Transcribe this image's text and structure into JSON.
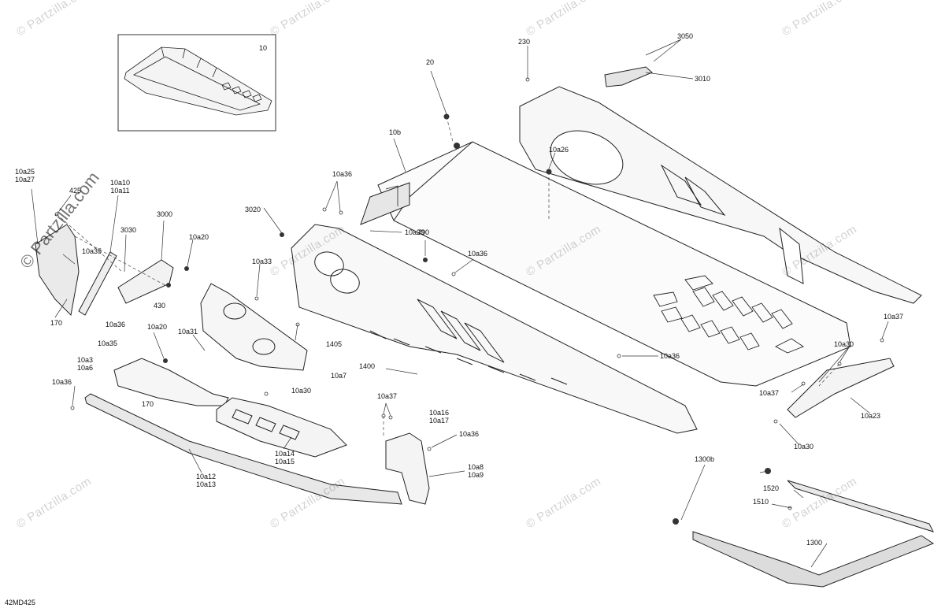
{
  "diagram": {
    "code": "42MD425",
    "inset_label": "10",
    "watermark": "© Partzilla.com",
    "watermark_large": "© Partzilla.com",
    "callouts": [
      {
        "id": "c-10a25",
        "text": "10a25\n10a27"
      },
      {
        "id": "c-425",
        "text": "425"
      },
      {
        "id": "c-10a10",
        "text": "10a10\n10a11"
      },
      {
        "id": "c-3000",
        "text": "3000"
      },
      {
        "id": "c-3030",
        "text": "3030"
      },
      {
        "id": "c-10a20-left",
        "text": "10a20"
      },
      {
        "id": "c-10a35",
        "text": "10a35"
      },
      {
        "id": "c-430",
        "text": "430"
      },
      {
        "id": "c-170-left",
        "text": "170"
      },
      {
        "id": "c-10a36-a",
        "text": "10a36"
      },
      {
        "id": "c-10a35-b",
        "text": "10a35"
      },
      {
        "id": "c-10a20-mid",
        "text": "10a20"
      },
      {
        "id": "c-10a31",
        "text": "10a31"
      },
      {
        "id": "c-10a3",
        "text": "10a3\n10a6"
      },
      {
        "id": "c-10a36-left",
        "text": "10a36"
      },
      {
        "id": "c-170-mid",
        "text": "170"
      },
      {
        "id": "c-10a30-mid",
        "text": "10a30"
      },
      {
        "id": "c-10a14",
        "text": "10a14\n10a15"
      },
      {
        "id": "c-10a12",
        "text": "10a12\n10a13"
      },
      {
        "id": "c-3020",
        "text": "3020"
      },
      {
        "id": "c-10a33",
        "text": "10a33"
      },
      {
        "id": "c-10a36-top",
        "text": "10a36"
      },
      {
        "id": "c-10a20-top",
        "text": "10a20"
      },
      {
        "id": "c-10b",
        "text": "10b"
      },
      {
        "id": "c-20",
        "text": "20"
      },
      {
        "id": "c-790",
        "text": "790"
      },
      {
        "id": "c-10a36-center",
        "text": "10a36"
      },
      {
        "id": "c-1405",
        "text": "1405"
      },
      {
        "id": "c-10a7",
        "text": "10a7"
      },
      {
        "id": "c-1400",
        "text": "1400"
      },
      {
        "id": "c-10a26",
        "text": "10a26"
      },
      {
        "id": "c-230",
        "text": "230"
      },
      {
        "id": "c-3050",
        "text": "3050"
      },
      {
        "id": "c-3010",
        "text": "3010"
      },
      {
        "id": "c-10a37-bottom",
        "text": "10a37"
      },
      {
        "id": "c-10a16",
        "text": "10a16\n10a17"
      },
      {
        "id": "c-10a36-bottom",
        "text": "10a36"
      },
      {
        "id": "c-10a8",
        "text": "10a8\n10a9"
      },
      {
        "id": "c-10a36-right",
        "text": "10a36"
      },
      {
        "id": "c-10a37-right-top",
        "text": "10a37"
      },
      {
        "id": "c-10a30-right",
        "text": "10a30"
      },
      {
        "id": "c-10a37-right",
        "text": "10a37"
      },
      {
        "id": "c-10a23",
        "text": "10a23"
      },
      {
        "id": "c-10a30-right-bottom",
        "text": "10a30"
      },
      {
        "id": "c-1300b",
        "text": "1300b"
      },
      {
        "id": "c-1520",
        "text": "1520"
      },
      {
        "id": "c-1510",
        "text": "1510"
      },
      {
        "id": "c-1300",
        "text": "1300"
      }
    ]
  }
}
